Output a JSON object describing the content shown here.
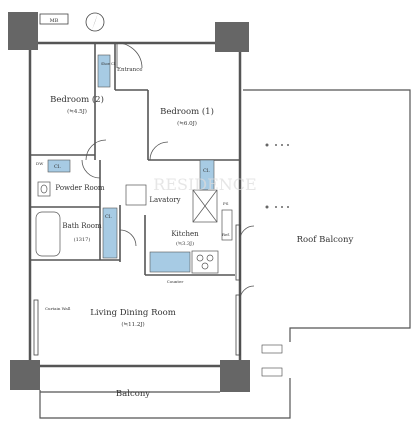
{
  "floorplan": {
    "unit_label": "MB",
    "rooms": {
      "entrance": "Entrance",
      "bedroom2": {
        "name": "Bedroom (2)",
        "area": "(≒4.5J)"
      },
      "bedroom1": {
        "name": "Bedroom (1)",
        "area": "(≒6.0J)"
      },
      "powder_room": "Powder Room",
      "lavatory": "Lavatory",
      "bath_room": {
        "name": "Bath Room",
        "size": "(1317)"
      },
      "kitchen": {
        "name": "Kitchen",
        "area": "(≒3.3J)"
      },
      "living_dining": {
        "name": "Living Dining Room",
        "area": "(≒11.2J)"
      },
      "roof_balcony": "Roof Balcony",
      "balcony": "Balcony"
    },
    "fixtures": {
      "shoe_closet": "Shoe Cl.",
      "closet": "Cl.",
      "counter": "Counter",
      "curtain_wall": "Curtain Wall",
      "pipe_space": "PS",
      "refrigerator": "Ref.",
      "dishwasher": "DW",
      "storage": "Cl.",
      "wic": "Cl."
    },
    "watermark": "RESIDENCE",
    "colors": {
      "wall": "#555555",
      "column": "#666666",
      "fixture_blue": "#a7cbe4",
      "line": "#444444"
    }
  }
}
